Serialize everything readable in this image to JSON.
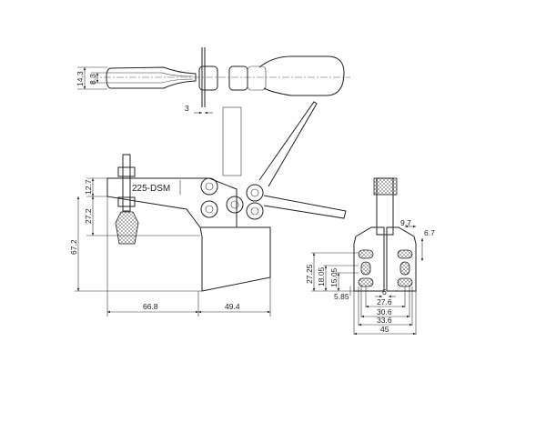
{
  "part": {
    "model": "225-DSM"
  },
  "top_view": {
    "dims": {
      "width_outer": "14.3",
      "width_inner": "8.3",
      "offset": "3"
    }
  },
  "side_view": {
    "dims": {
      "bar_height": "12.7",
      "spindle_drop": "27.2",
      "overall_height": "67.2",
      "reach": "66.8",
      "base_length": "49.4"
    }
  },
  "end_view": {
    "dims": {
      "d9_7": "9.7",
      "d6_7": "6.7",
      "d27_25": "27.25",
      "d18_05": "18.05",
      "d15_05": "15.05",
      "d5_85": "5.85",
      "d6": "6",
      "d27_6": "27.6",
      "d30_6": "30.6",
      "d33_6": "33.6",
      "d45": "45"
    }
  }
}
